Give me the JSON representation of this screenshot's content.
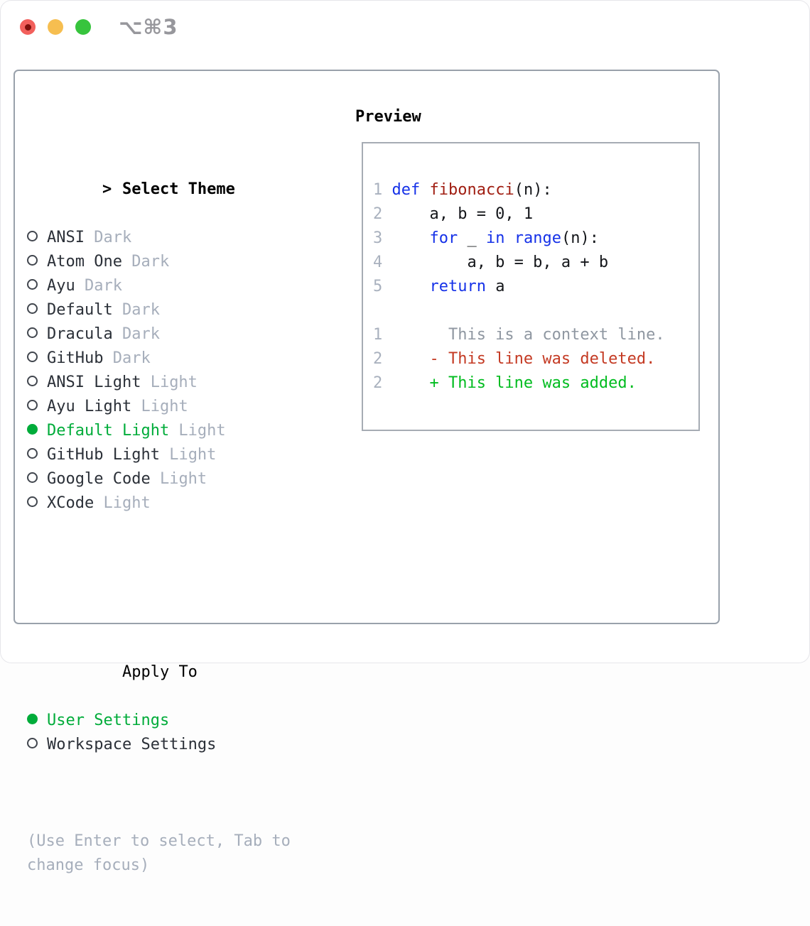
{
  "window": {
    "title": "⌥⌘3",
    "traffic_lights": {
      "close": "#F2605C",
      "minimize": "#F6BE50",
      "zoom": "#37C43D"
    }
  },
  "theme_panel": {
    "caret": ">",
    "title": "Select Theme",
    "themes": [
      {
        "name": "ANSI",
        "variant": "Dark",
        "selected": false
      },
      {
        "name": "Atom One",
        "variant": "Dark",
        "selected": false
      },
      {
        "name": "Ayu",
        "variant": "Dark",
        "selected": false
      },
      {
        "name": "Default",
        "variant": "Dark",
        "selected": false
      },
      {
        "name": "Dracula",
        "variant": "Dark",
        "selected": false
      },
      {
        "name": "GitHub",
        "variant": "Dark",
        "selected": false
      },
      {
        "name": "ANSI Light",
        "variant": "Light",
        "selected": false
      },
      {
        "name": "Ayu Light",
        "variant": "Light",
        "selected": false
      },
      {
        "name": "Default Light",
        "variant": "Light",
        "selected": true
      },
      {
        "name": "GitHub Light",
        "variant": "Light",
        "selected": false
      },
      {
        "name": "Google Code",
        "variant": "Light",
        "selected": false
      },
      {
        "name": "XCode",
        "variant": "Light",
        "selected": false
      }
    ],
    "apply_to": {
      "label": "Apply To",
      "options": [
        {
          "label": "User Settings",
          "selected": true
        },
        {
          "label": "Workspace Settings",
          "selected": false
        }
      ]
    },
    "hint": "(Use Enter to select, Tab to change focus)"
  },
  "preview": {
    "label": "Preview",
    "code_lines": [
      {
        "num": "1",
        "tokens": [
          {
            "t": "def",
            "c": "kw"
          },
          {
            "t": " "
          },
          {
            "t": "fibonacci",
            "c": "fn"
          },
          {
            "t": "(n):"
          }
        ]
      },
      {
        "num": "2",
        "tokens": [
          {
            "t": "    a, b = 0, 1"
          }
        ]
      },
      {
        "num": "3",
        "tokens": [
          {
            "t": "    "
          },
          {
            "t": "for",
            "c": "kw"
          },
          {
            "t": " _ "
          },
          {
            "t": "in",
            "c": "kw"
          },
          {
            "t": " "
          },
          {
            "t": "range",
            "c": "kw"
          },
          {
            "t": "(n):"
          }
        ]
      },
      {
        "num": "4",
        "tokens": [
          {
            "t": "        a, b = b, a + b"
          }
        ]
      },
      {
        "num": "5",
        "tokens": [
          {
            "t": "    "
          },
          {
            "t": "return",
            "c": "kw"
          },
          {
            "t": " a"
          }
        ]
      },
      {
        "num": "",
        "tokens": []
      },
      {
        "num": "1",
        "tokens": [
          {
            "t": "      This is a context line.",
            "c": "ctx"
          }
        ]
      },
      {
        "num": "2",
        "tokens": [
          {
            "t": "    - This line was deleted.",
            "c": "del"
          }
        ]
      },
      {
        "num": "2",
        "tokens": [
          {
            "t": "    + This line was added.",
            "c": "add"
          }
        ]
      }
    ]
  },
  "colors": {
    "kw": "#1531E8",
    "fn": "#A01E12",
    "del": "#C43A23",
    "add": "#00BC1F",
    "green": "#00AC3A",
    "gray": "#A6AEBB",
    "ctx": "#8F97A1",
    "linenum": "#A9B1BE",
    "text": "#2B3038",
    "border": "#99A1AB",
    "pborder": "#A6ACB4",
    "titlegray": "#97979C"
  }
}
